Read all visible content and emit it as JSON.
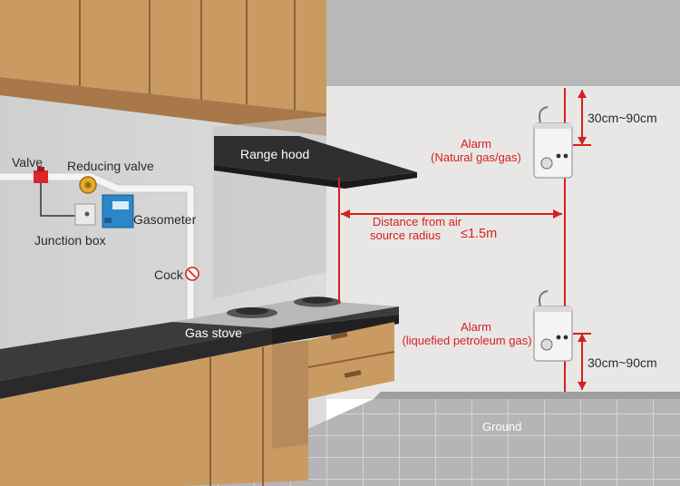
{
  "labels": {
    "valve": "Valve",
    "reducing_valve": "Reducing valve",
    "junction_box": "Junction box",
    "gasometer": "Gasometer",
    "cock": "Cock",
    "range_hood": "Range hood",
    "gas_stove": "Gas stove",
    "ground": "Ground",
    "alarm_natural_title": "Alarm",
    "alarm_natural_type": "(Natural gas/gas)",
    "alarm_lpg_title": "Alarm",
    "alarm_lpg_type": "(liquefied petroleum gas)",
    "distance_line1": "Distance from air",
    "distance_line2": "source radius",
    "distance_value": "≤1.5m",
    "height_top": "30cm~90cm",
    "height_bottom": "30cm~90cm"
  },
  "colors": {
    "measure_red": "#d42020",
    "cabinet_wood": "#c99b62",
    "wall": "#e8e6e4",
    "floor": "#b3b3b5",
    "pipe": "#f2f2f2",
    "range_hood": "#2f2f30"
  }
}
